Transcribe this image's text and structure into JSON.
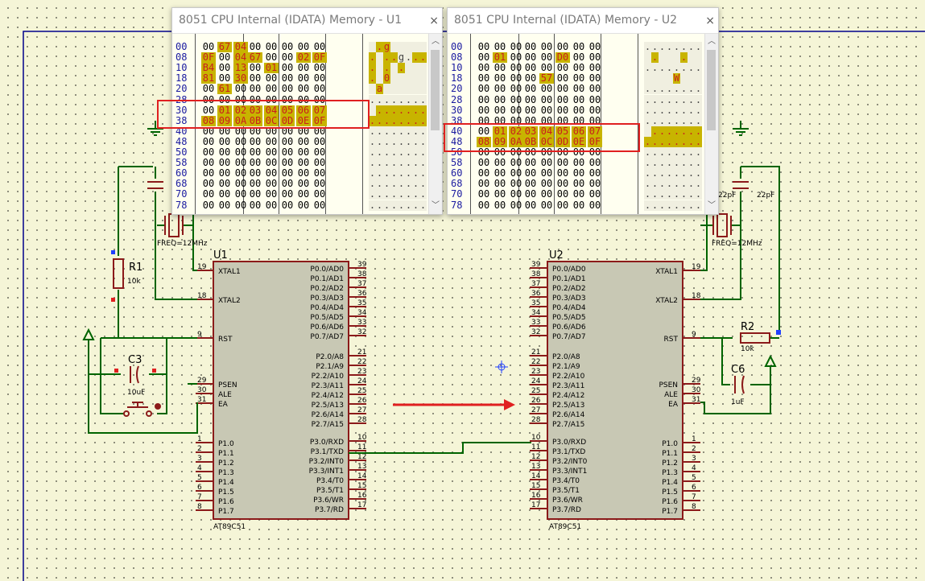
{
  "windows": [
    {
      "id": "u1",
      "title": "8051 CPU Internal (IDATA) Memory - U1",
      "close_glyph": "×",
      "rows": [
        {
          "addr": "00",
          "bytes": [
            "00",
            "67",
            "04",
            "00",
            "00",
            "00",
            "00",
            "00"
          ],
          "hl": [
            1,
            2
          ],
          "ascii": [
            "",
            ".",
            "g",
            "",
            "",
            "",
            "",
            ""
          ],
          "ahl": [
            1,
            2
          ]
        },
        {
          "addr": "08",
          "bytes": [
            "0F",
            "00",
            "04",
            "67",
            "00",
            "00",
            "02",
            "0F"
          ],
          "hl": [
            0,
            2,
            3,
            6,
            7
          ],
          "ascii": [
            ".",
            "",
            ".",
            ".",
            "g",
            ".",
            ".",
            "."
          ],
          "ahl": [
            0,
            2,
            3,
            6,
            7
          ]
        },
        {
          "addr": "10",
          "bytes": [
            "B4",
            "00",
            "13",
            "00",
            "01",
            "00",
            "00",
            "00"
          ],
          "hl": [
            0,
            2,
            4
          ],
          "ascii": [
            ".",
            "",
            ".",
            "",
            ".",
            "",
            "",
            ""
          ],
          "ahl": [
            0,
            2,
            4
          ]
        },
        {
          "addr": "18",
          "bytes": [
            "81",
            "00",
            "30",
            "00",
            "00",
            "00",
            "00",
            "00"
          ],
          "hl": [
            0,
            2
          ],
          "ascii": [
            ".",
            "",
            "0",
            "",
            "",
            "",
            "",
            ""
          ],
          "ahl": [
            0,
            2
          ]
        },
        {
          "addr": "20",
          "bytes": [
            "00",
            "61",
            "00",
            "00",
            "00",
            "00",
            "00",
            "00"
          ],
          "hl": [
            1
          ],
          "ascii": [
            "",
            "a",
            "",
            "",
            "",
            "",
            "",
            ""
          ],
          "ahl": [
            1
          ]
        },
        {
          "addr": "28",
          "bytes": [
            "00",
            "00",
            "00",
            "00",
            "00",
            "00",
            "00",
            "00"
          ],
          "hl": [],
          "ascii": [
            ".",
            ".",
            ".",
            ".",
            ".",
            ".",
            ".",
            "."
          ],
          "ahl": []
        },
        {
          "addr": "30",
          "bytes": [
            "00",
            "01",
            "02",
            "03",
            "04",
            "05",
            "06",
            "07"
          ],
          "hl": [
            1,
            2,
            3,
            4,
            5,
            6,
            7
          ],
          "ascii": [
            "",
            ".",
            ".",
            ".",
            ".",
            ".",
            ".",
            "."
          ],
          "ahl": [
            1,
            2,
            3,
            4,
            5,
            6,
            7
          ]
        },
        {
          "addr": "38",
          "bytes": [
            "08",
            "09",
            "0A",
            "0B",
            "0C",
            "0D",
            "0E",
            "0F"
          ],
          "hl": [
            0,
            1,
            2,
            3,
            4,
            5,
            6,
            7
          ],
          "ascii": [
            ".",
            ".",
            ".",
            ".",
            ".",
            ".",
            ".",
            "."
          ],
          "ahl": [
            0,
            1,
            2,
            3,
            4,
            5,
            6,
            7
          ]
        },
        {
          "addr": "40",
          "bytes": [
            "00",
            "00",
            "00",
            "00",
            "00",
            "00",
            "00",
            "00"
          ],
          "hl": [],
          "ascii": [
            ".",
            ".",
            ".",
            ".",
            ".",
            ".",
            ".",
            "."
          ],
          "ahl": []
        },
        {
          "addr": "48",
          "bytes": [
            "00",
            "00",
            "00",
            "00",
            "00",
            "00",
            "00",
            "00"
          ],
          "hl": [],
          "ascii": [
            ".",
            ".",
            ".",
            ".",
            ".",
            ".",
            ".",
            "."
          ],
          "ahl": []
        },
        {
          "addr": "50",
          "bytes": [
            "00",
            "00",
            "00",
            "00",
            "00",
            "00",
            "00",
            "00"
          ],
          "hl": [],
          "ascii": [
            ".",
            ".",
            ".",
            ".",
            ".",
            ".",
            ".",
            "."
          ],
          "ahl": []
        },
        {
          "addr": "58",
          "bytes": [
            "00",
            "00",
            "00",
            "00",
            "00",
            "00",
            "00",
            "00"
          ],
          "hl": [],
          "ascii": [
            ".",
            ".",
            ".",
            ".",
            ".",
            ".",
            ".",
            "."
          ],
          "ahl": []
        },
        {
          "addr": "60",
          "bytes": [
            "00",
            "00",
            "00",
            "00",
            "00",
            "00",
            "00",
            "00"
          ],
          "hl": [],
          "ascii": [
            ".",
            ".",
            ".",
            ".",
            ".",
            ".",
            ".",
            "."
          ],
          "ahl": []
        },
        {
          "addr": "68",
          "bytes": [
            "00",
            "00",
            "00",
            "00",
            "00",
            "00",
            "00",
            "00"
          ],
          "hl": [],
          "ascii": [
            ".",
            ".",
            ".",
            ".",
            ".",
            ".",
            ".",
            "."
          ],
          "ahl": []
        },
        {
          "addr": "70",
          "bytes": [
            "00",
            "00",
            "00",
            "00",
            "00",
            "00",
            "00",
            "00"
          ],
          "hl": [],
          "ascii": [
            ".",
            ".",
            ".",
            ".",
            ".",
            ".",
            ".",
            "."
          ],
          "ahl": []
        },
        {
          "addr": "78",
          "bytes": [
            "00",
            "00",
            "00",
            "00",
            "00",
            "00",
            "00",
            "00"
          ],
          "hl": [],
          "ascii": [
            ".",
            ".",
            ".",
            ".",
            ".",
            ".",
            ".",
            "."
          ],
          "ahl": []
        }
      ]
    },
    {
      "id": "u2",
      "title": "8051 CPU Internal (IDATA) Memory - U2",
      "close_glyph": "×",
      "rows": [
        {
          "addr": "00",
          "bytes": [
            "00",
            "00",
            "00",
            "00",
            "00",
            "00",
            "00",
            "00"
          ],
          "hl": [],
          "ascii": [
            ".",
            ".",
            ".",
            ".",
            ".",
            ".",
            ".",
            "."
          ],
          "ahl": []
        },
        {
          "addr": "08",
          "bytes": [
            "00",
            "01",
            "00",
            "00",
            "00",
            "D0",
            "00",
            "00"
          ],
          "hl": [
            1,
            5
          ],
          "ascii": [
            "",
            ".",
            "",
            "",
            "",
            ".",
            "",
            ""
          ],
          "ahl": [
            1,
            5
          ]
        },
        {
          "addr": "10",
          "bytes": [
            "00",
            "00",
            "00",
            "00",
            "00",
            "00",
            "00",
            "00"
          ],
          "hl": [],
          "ascii": [
            ".",
            ".",
            ".",
            ".",
            ".",
            ".",
            ".",
            "."
          ],
          "ahl": []
        },
        {
          "addr": "18",
          "bytes": [
            "00",
            "00",
            "00",
            "00",
            "57",
            "00",
            "00",
            "00"
          ],
          "hl": [
            4
          ],
          "ascii": [
            "",
            "",
            "",
            "",
            "W",
            "",
            "",
            ""
          ],
          "ahl": [
            4
          ]
        },
        {
          "addr": "20",
          "bytes": [
            "00",
            "00",
            "00",
            "00",
            "00",
            "00",
            "00",
            "00"
          ],
          "hl": [],
          "ascii": [
            ".",
            ".",
            ".",
            ".",
            ".",
            ".",
            ".",
            "."
          ],
          "ahl": []
        },
        {
          "addr": "28",
          "bytes": [
            "00",
            "00",
            "00",
            "00",
            "00",
            "00",
            "00",
            "00"
          ],
          "hl": [],
          "ascii": [
            ".",
            ".",
            ".",
            ".",
            ".",
            ".",
            ".",
            "."
          ],
          "ahl": []
        },
        {
          "addr": "30",
          "bytes": [
            "00",
            "00",
            "00",
            "00",
            "00",
            "00",
            "00",
            "00"
          ],
          "hl": [],
          "ascii": [
            ".",
            ".",
            ".",
            ".",
            ".",
            ".",
            ".",
            "."
          ],
          "ahl": []
        },
        {
          "addr": "38",
          "bytes": [
            "00",
            "00",
            "00",
            "00",
            "00",
            "00",
            "00",
            "00"
          ],
          "hl": [],
          "ascii": [
            ".",
            ".",
            ".",
            ".",
            ".",
            ".",
            ".",
            "."
          ],
          "ahl": []
        },
        {
          "addr": "40",
          "bytes": [
            "00",
            "01",
            "02",
            "03",
            "04",
            "05",
            "06",
            "07"
          ],
          "hl": [
            1,
            2,
            3,
            4,
            5,
            6,
            7
          ],
          "ascii": [
            "",
            ".",
            ".",
            ".",
            ".",
            ".",
            ".",
            "."
          ],
          "ahl": [
            1,
            2,
            3,
            4,
            5,
            6,
            7
          ]
        },
        {
          "addr": "48",
          "bytes": [
            "08",
            "09",
            "0A",
            "0B",
            "0C",
            "0D",
            "0E",
            "0F"
          ],
          "hl": [
            0,
            1,
            2,
            3,
            4,
            5,
            6,
            7
          ],
          "ascii": [
            ".",
            ".",
            ".",
            ".",
            ".",
            ".",
            ".",
            "."
          ],
          "ahl": [
            0,
            1,
            2,
            3,
            4,
            5,
            6,
            7
          ]
        },
        {
          "addr": "50",
          "bytes": [
            "00",
            "00",
            "00",
            "00",
            "00",
            "00",
            "00",
            "00"
          ],
          "hl": [],
          "ascii": [
            ".",
            ".",
            ".",
            ".",
            ".",
            ".",
            ".",
            "."
          ],
          "ahl": []
        },
        {
          "addr": "58",
          "bytes": [
            "00",
            "00",
            "00",
            "00",
            "00",
            "00",
            "00",
            "00"
          ],
          "hl": [],
          "ascii": [
            ".",
            ".",
            ".",
            ".",
            ".",
            ".",
            ".",
            "."
          ],
          "ahl": []
        },
        {
          "addr": "60",
          "bytes": [
            "00",
            "00",
            "00",
            "00",
            "00",
            "00",
            "00",
            "00"
          ],
          "hl": [],
          "ascii": [
            ".",
            ".",
            ".",
            ".",
            ".",
            ".",
            ".",
            "."
          ],
          "ahl": []
        },
        {
          "addr": "68",
          "bytes": [
            "00",
            "00",
            "00",
            "00",
            "00",
            "00",
            "00",
            "00"
          ],
          "hl": [],
          "ascii": [
            ".",
            ".",
            ".",
            ".",
            ".",
            ".",
            ".",
            "."
          ],
          "ahl": []
        },
        {
          "addr": "70",
          "bytes": [
            "00",
            "00",
            "00",
            "00",
            "00",
            "00",
            "00",
            "00"
          ],
          "hl": [],
          "ascii": [
            ".",
            ".",
            ".",
            ".",
            ".",
            ".",
            ".",
            "."
          ],
          "ahl": []
        },
        {
          "addr": "78",
          "bytes": [
            "00",
            "00",
            "00",
            "00",
            "00",
            "00",
            "00",
            "00"
          ],
          "hl": [],
          "ascii": [
            ".",
            ".",
            ".",
            ".",
            ".",
            ".",
            ".",
            "."
          ],
          "ahl": []
        }
      ]
    }
  ],
  "schematic": {
    "u1": {
      "ref": "U1",
      "part": "AT89C51",
      "left_pins": [
        {
          "num": "19",
          "name": "XTAL1"
        },
        {
          "num": "18",
          "name": "XTAL2"
        },
        {
          "num": "9",
          "name": "RST"
        },
        {
          "num": "29",
          "name": "PSEN"
        },
        {
          "num": "30",
          "name": "ALE"
        },
        {
          "num": "31",
          "name": "EA"
        },
        {
          "num": "1",
          "name": "P1.0"
        },
        {
          "num": "2",
          "name": "P1.1"
        },
        {
          "num": "3",
          "name": "P1.2"
        },
        {
          "num": "4",
          "name": "P1.3"
        },
        {
          "num": "5",
          "name": "P1.4"
        },
        {
          "num": "6",
          "name": "P1.5"
        },
        {
          "num": "7",
          "name": "P1.6"
        },
        {
          "num": "8",
          "name": "P1.7"
        }
      ],
      "right_pins": [
        {
          "num": "39",
          "name": "P0.0/AD0"
        },
        {
          "num": "38",
          "name": "P0.1/AD1"
        },
        {
          "num": "37",
          "name": "P0.2/AD2"
        },
        {
          "num": "36",
          "name": "P0.3/AD3"
        },
        {
          "num": "35",
          "name": "P0.4/AD4"
        },
        {
          "num": "34",
          "name": "P0.5/AD5"
        },
        {
          "num": "33",
          "name": "P0.6/AD6"
        },
        {
          "num": "32",
          "name": "P0.7/AD7"
        },
        {
          "num": "21",
          "name": "P2.0/A8"
        },
        {
          "num": "22",
          "name": "P2.1/A9"
        },
        {
          "num": "23",
          "name": "P2.2/A10"
        },
        {
          "num": "24",
          "name": "P2.3/A11"
        },
        {
          "num": "25",
          "name": "P2.4/A12"
        },
        {
          "num": "26",
          "name": "P2.5/A13"
        },
        {
          "num": "27",
          "name": "P2.6/A14"
        },
        {
          "num": "28",
          "name": "P2.7/A15"
        },
        {
          "num": "10",
          "name": "P3.0/RXD"
        },
        {
          "num": "11",
          "name": "P3.1/TXD"
        },
        {
          "num": "12",
          "name": "P3.2/INT0"
        },
        {
          "num": "13",
          "name": "P3.3/INT1"
        },
        {
          "num": "14",
          "name": "P3.4/T0"
        },
        {
          "num": "15",
          "name": "P3.5/T1"
        },
        {
          "num": "16",
          "name": "P3.6/WR"
        },
        {
          "num": "17",
          "name": "P3.7/RD"
        }
      ]
    },
    "u2": {
      "ref": "U2",
      "part": "AT89C51"
    },
    "labels": {
      "r1": "R1",
      "r1_val": "10k",
      "r2": "R2",
      "r2_val": "10k",
      "c3": "C3",
      "c3_val": "10uF",
      "c6": "C6",
      "c6_val": "1uF",
      "freq": "FREQ=12MHz",
      "cap22": "22pF"
    },
    "colors": {
      "wire": "#006400",
      "part": "#8b1a1a",
      "body": "#c8c8b4",
      "pin": "#8b1a1a",
      "highlight": "#e02020",
      "background": "#f5f5d7"
    }
  }
}
